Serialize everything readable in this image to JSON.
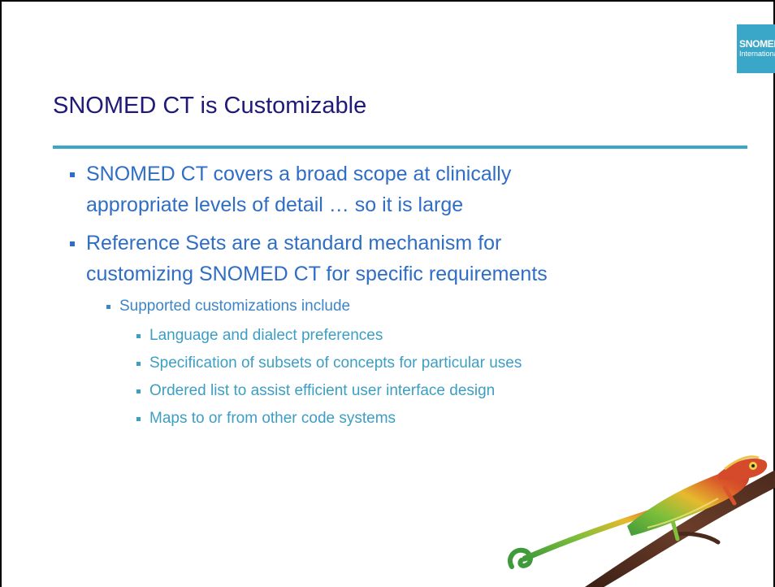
{
  "logo": {
    "main": "SNOMED",
    "sub": "International"
  },
  "slide": {
    "title": "SNOMED CT is Customizable",
    "bullets": [
      {
        "lines": [
          "SNOMED CT covers a broad scope at clinically",
          "appropriate levels of detail … so it is large"
        ]
      },
      {
        "lines": [
          "Reference Sets are a standard mechanism for",
          "customizing SNOMED CT for specific requirements"
        ],
        "sub": {
          "text": "Supported customizations include",
          "items": [
            "Language and dialect preferences",
            "Specification of subsets of concepts for particular uses",
            "Ordered list to assist efficient user interface design",
            "Maps to or from other code systems"
          ]
        }
      }
    ]
  },
  "colors": {
    "title": "#1f1a7a",
    "rule": "#3aa7c9",
    "level1": "#2f6ec4",
    "level2": "#3d85c8",
    "level3": "#3d9ec3",
    "logo_bg": "#3aa7c9"
  },
  "decorations": {
    "image": "chameleon-on-branch"
  }
}
